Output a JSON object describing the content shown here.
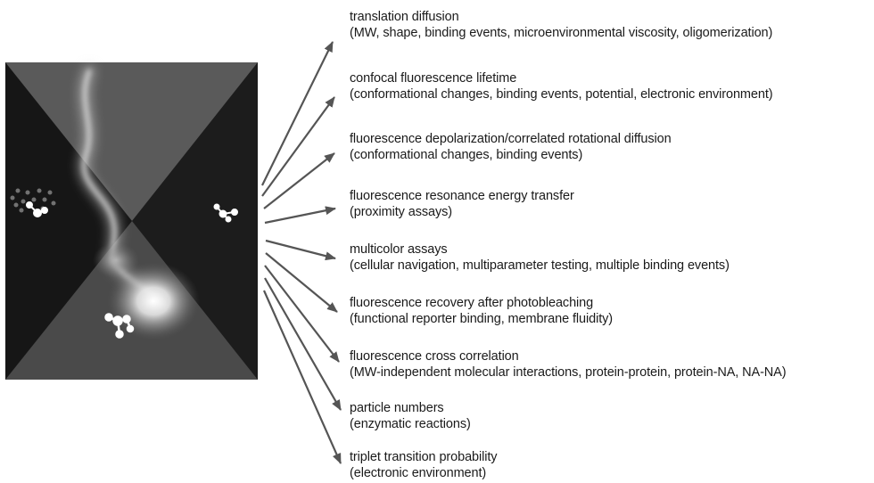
{
  "items": [
    {
      "title": "translation diffusion",
      "detail": "(MW, shape, binding events, microenvironmental viscosity, oligomerization)"
    },
    {
      "title": "confocal fluorescence lifetime",
      "detail": "(conformational changes, binding events, potential, electronic environment)"
    },
    {
      "title": "fluorescence depolarization/correlated rotational diffusion",
      "detail": "(conformational changes, binding events)"
    },
    {
      "title": "fluorescence resonance energy transfer",
      "detail": "(proximity assays)"
    },
    {
      "title": "multicolor assays",
      "detail": "(cellular navigation, multiparameter testing, multiple binding events)"
    },
    {
      "title": "fluorescence recovery after photobleaching",
      "detail": "(functional reporter binding, membrane fluidity)"
    },
    {
      "title": "fluorescence cross correlation",
      "detail": "(MW-independent molecular interactions, protein-protein, protein-NA, NA-NA)"
    },
    {
      "title": "particle numbers",
      "detail": "(enzymatic reactions)"
    },
    {
      "title": "triplet transition probability",
      "detail": "(electronic environment)"
    }
  ]
}
